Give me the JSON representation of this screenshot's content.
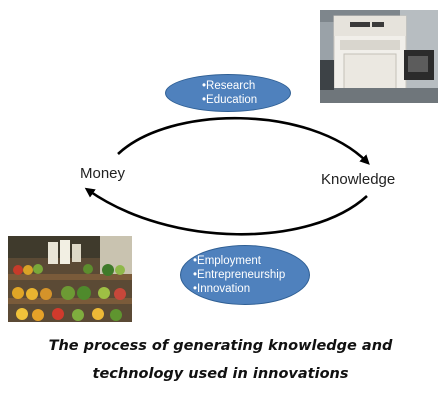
{
  "diagram": {
    "nodes": {
      "money": "Money",
      "knowledge": "Knowledge"
    },
    "top_bubble": {
      "items": [
        "•Research",
        "•Education"
      ],
      "color": "#4f81bd"
    },
    "bottom_bubble": {
      "items": [
        "•Employment",
        "•Entrepreneurship",
        "•Innovation"
      ],
      "color": "#4f81bd"
    },
    "photos": {
      "top_right": "laboratory-equipment-photo",
      "bottom_left": "market-produce-stall-photo"
    }
  },
  "caption": {
    "line1": "The process of generating knowledge and",
    "line2": "technology used in innovations"
  }
}
